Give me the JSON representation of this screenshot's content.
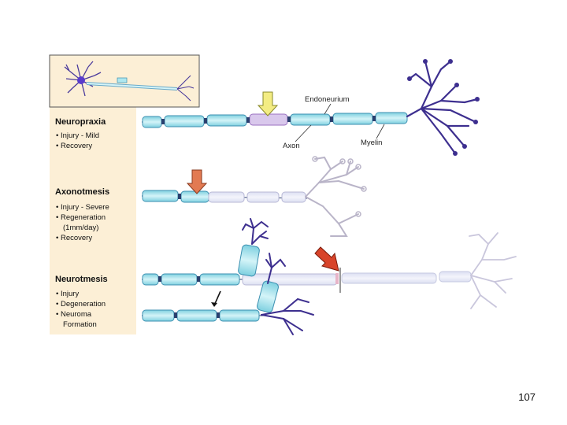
{
  "stages": [
    {
      "title": "Neuropraxia",
      "bullets": [
        "• Injury - Mild",
        "• Recovery"
      ]
    },
    {
      "title": "Axonotmesis",
      "bullets": [
        "• Injury - Severe",
        "• Regeneration",
        "(1mm/day)",
        "• Recovery"
      ]
    },
    {
      "title": "Neurotmesis",
      "bullets": [
        "• Injury",
        "• Degeneration",
        "• Neuroma",
        "Formation"
      ]
    }
  ],
  "labels": {
    "endoneurium": "Endoneurium",
    "axon": "Axon",
    "myelin": "Myelin"
  },
  "page_number": "107",
  "colors": {
    "panel": "#fcefd6",
    "myelin": "#aee7ef",
    "myelin_stroke": "#3b8fb0",
    "neuron": "#3d2f8f",
    "faded": "#b9b4c8",
    "arrow_yellow": "#f3ec83",
    "arrow_orange": "#e27a52",
    "arrow_red": "#d8442a"
  }
}
